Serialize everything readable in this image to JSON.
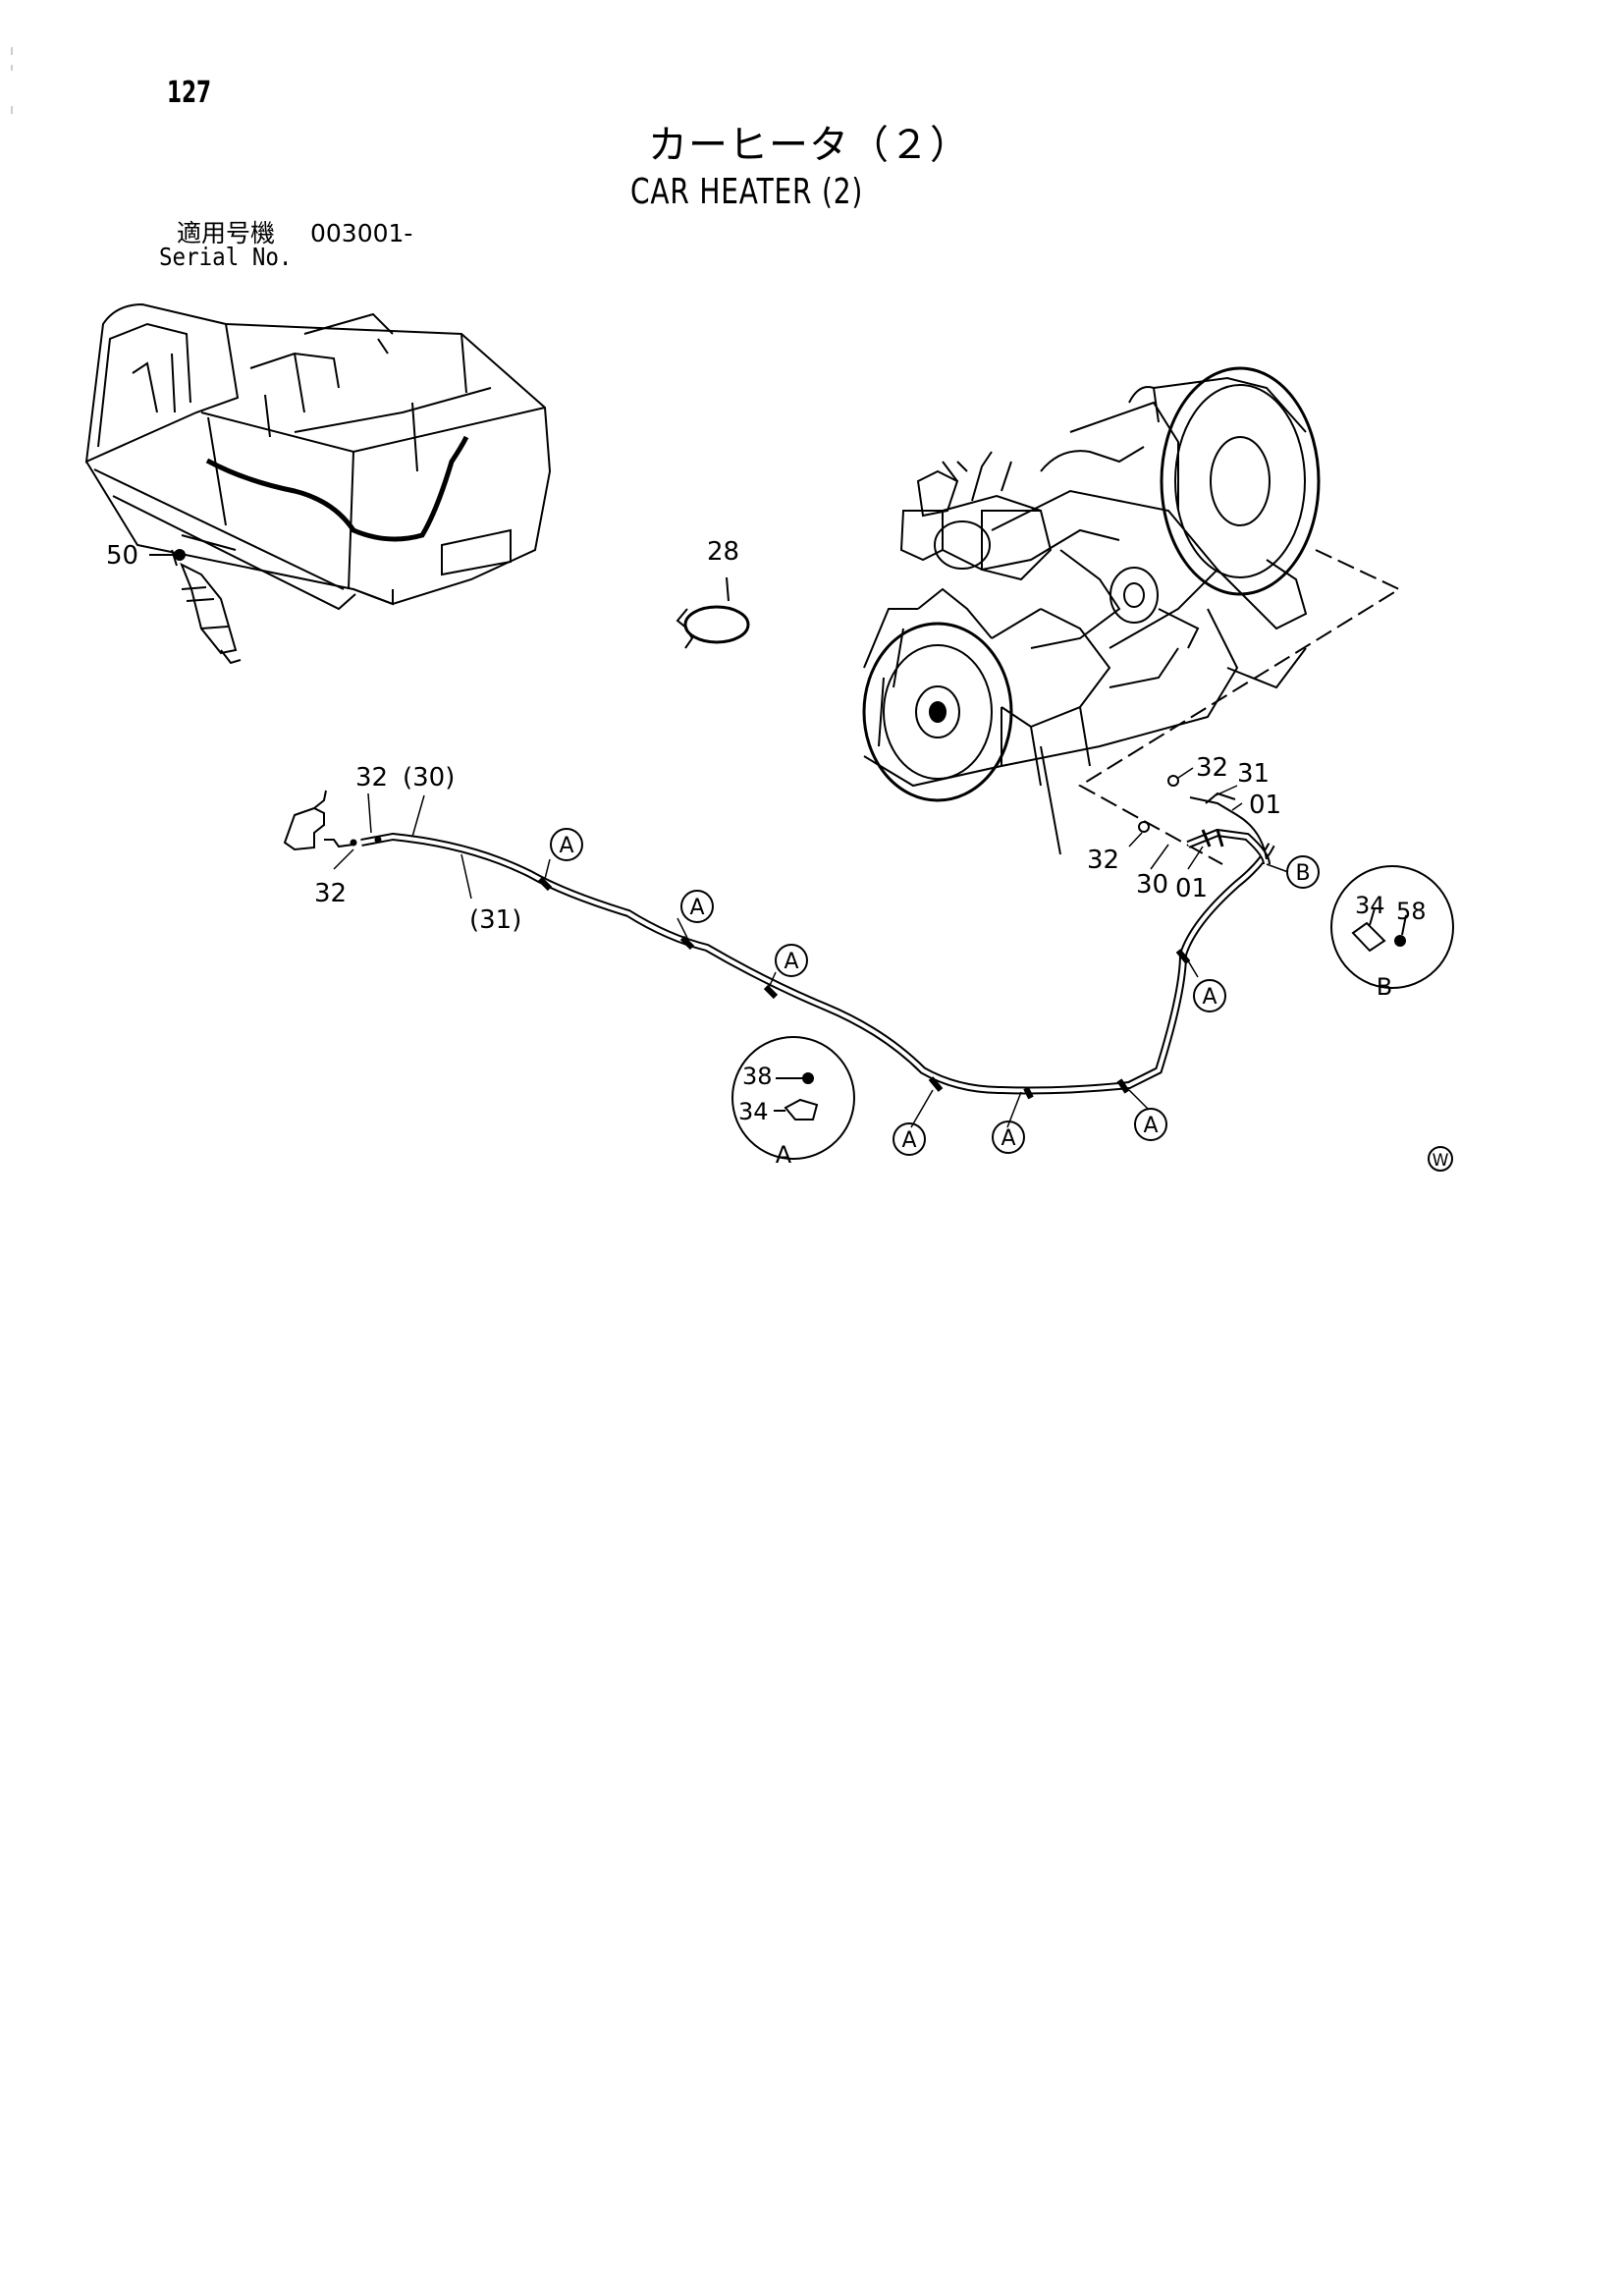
{
  "page_number": "127",
  "title_jp": "カーヒータ（２）",
  "title_en": "CAR HEATER (2)",
  "serial": {
    "label_jp": "適用号機",
    "value": "003001-",
    "label_en": "Serial No."
  },
  "callouts": {
    "c50": "50",
    "c28": "28",
    "l32a": "32",
    "l30p": "(30)",
    "l32b": "32",
    "l31p": "(31)",
    "r32a": "32",
    "r31": "31",
    "r01a": "01",
    "r32b": "32",
    "r30": "30",
    "r01b": "01",
    "bA1": "A",
    "bA2": "A",
    "bA3": "A",
    "bA4": "A",
    "bA5": "A",
    "bA6": "A",
    "bA7": "A",
    "bB": "B",
    "dA38": "38",
    "dA34": "34",
    "dAlbl": "A",
    "dB34": "34",
    "dB58": "58",
    "dBlbl": "B",
    "mark": "W"
  }
}
